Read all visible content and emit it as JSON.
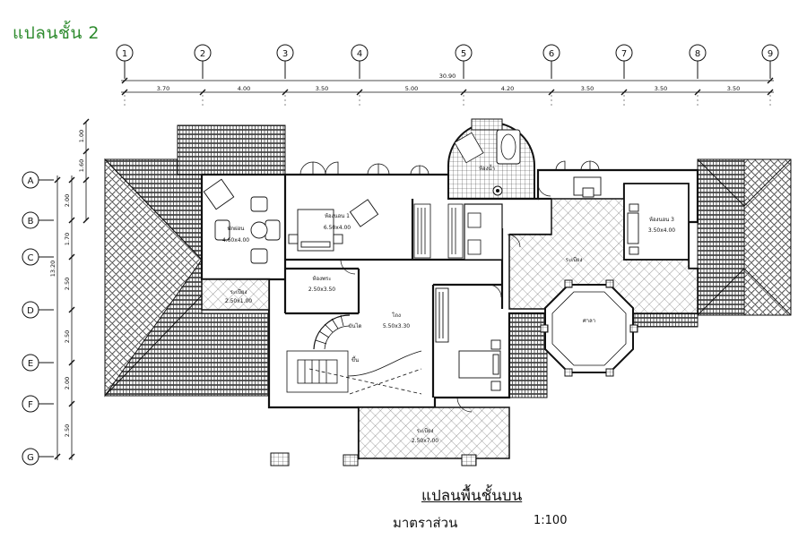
{
  "page_title": "แปลนชั้น 2",
  "caption": {
    "title": "แปลนพื้นชั้นบน",
    "scale_label": "มาตราส่วน",
    "scale_value": "1:100"
  },
  "grid": {
    "columns": [
      "1",
      "2",
      "3",
      "4",
      "5",
      "6",
      "7",
      "8",
      "9"
    ],
    "column_spacings": [
      "3.70",
      "4.00",
      "3.50",
      "5.00",
      "4.20",
      "3.50",
      "3.50",
      "3.50"
    ],
    "total_width": "30.90",
    "rows": [
      "A",
      "B",
      "C",
      "D",
      "E",
      "F",
      "G"
    ],
    "row_spacings": [
      "2.00",
      "1.70",
      "2.50",
      "2.50",
      "2.00",
      "2.50"
    ],
    "top_spacings": [
      "1.00",
      "1.60"
    ],
    "total_height": "13.20"
  },
  "rooms": {
    "family_room": {
      "name": "พักผ่อน",
      "size": "4.60x4.00"
    },
    "bedroom1": {
      "name": "ห้องนอน 1",
      "size": "6.50x4.00"
    },
    "bathroom_round": {
      "name": "ห้องน้ำ"
    },
    "bedroom3": {
      "name": "ห้องนอน 3",
      "size": "3.50x4.00"
    },
    "balcony_right": {
      "name": "ระเบียง"
    },
    "pavilion": {
      "name": "ศาลา"
    },
    "bedroom2": {
      "name": "ห้องพระ",
      "size": "2.50x3.50"
    },
    "balcony_left": {
      "name": "ระเบียง",
      "size": "2.50x1.00"
    },
    "hall": {
      "name": "โถง",
      "size": "5.50x3.30"
    },
    "balcony_bottom": {
      "name": "ระเบียง",
      "size": "2.50x7.00"
    },
    "stair_up": "ขึ้น",
    "stair_label": "บันได"
  },
  "colors": {
    "title_green": "#2e8b2e",
    "line": "#111111",
    "hatch": "#222222"
  }
}
